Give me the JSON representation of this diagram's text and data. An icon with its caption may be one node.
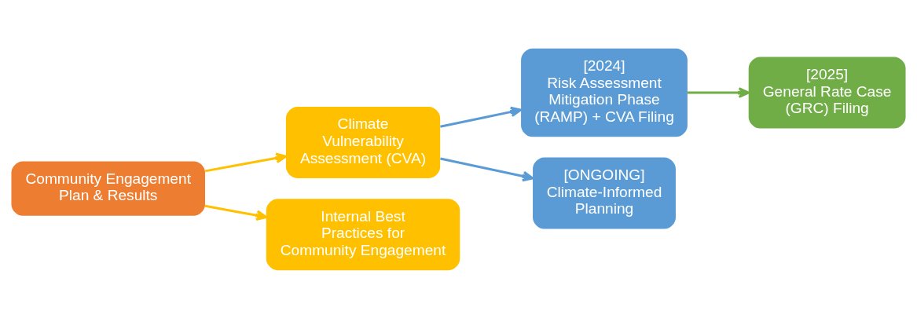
{
  "diagram": {
    "nodes": [
      {
        "text": [
          "Community Engagement Plan & Results"
        ]
      },
      {
        "text": [
          "Climate Vulnerability Assessment (CVA)"
        ]
      },
      {
        "text": [
          "Internal Best Practices for Community Engagement"
        ]
      },
      {
        "text": [
          "[2024]",
          "Risk Assessment Mitigation Phase (RAMP) + CVA Filing"
        ]
      },
      {
        "text": [
          "[ONGOING]",
          "Climate-Informed Planning"
        ]
      },
      {
        "text": [
          "[2025]",
          "General Rate Case (GRC) Filing"
        ]
      }
    ],
    "edges": [
      {
        "from": 0,
        "to": 1,
        "arrow": "to",
        "color": "#ffc000"
      },
      {
        "from": 0,
        "to": 2,
        "arrow": "to",
        "color": "#ffc000"
      },
      {
        "from": 1,
        "to": 3,
        "arrow": "to",
        "color": "#5b9bd5"
      },
      {
        "from": 1,
        "to": 4,
        "arrow": "to",
        "color": "#5b9bd5"
      },
      {
        "from": 3,
        "to": 5,
        "arrow": "to",
        "color": "#70ad47"
      }
    ]
  }
}
